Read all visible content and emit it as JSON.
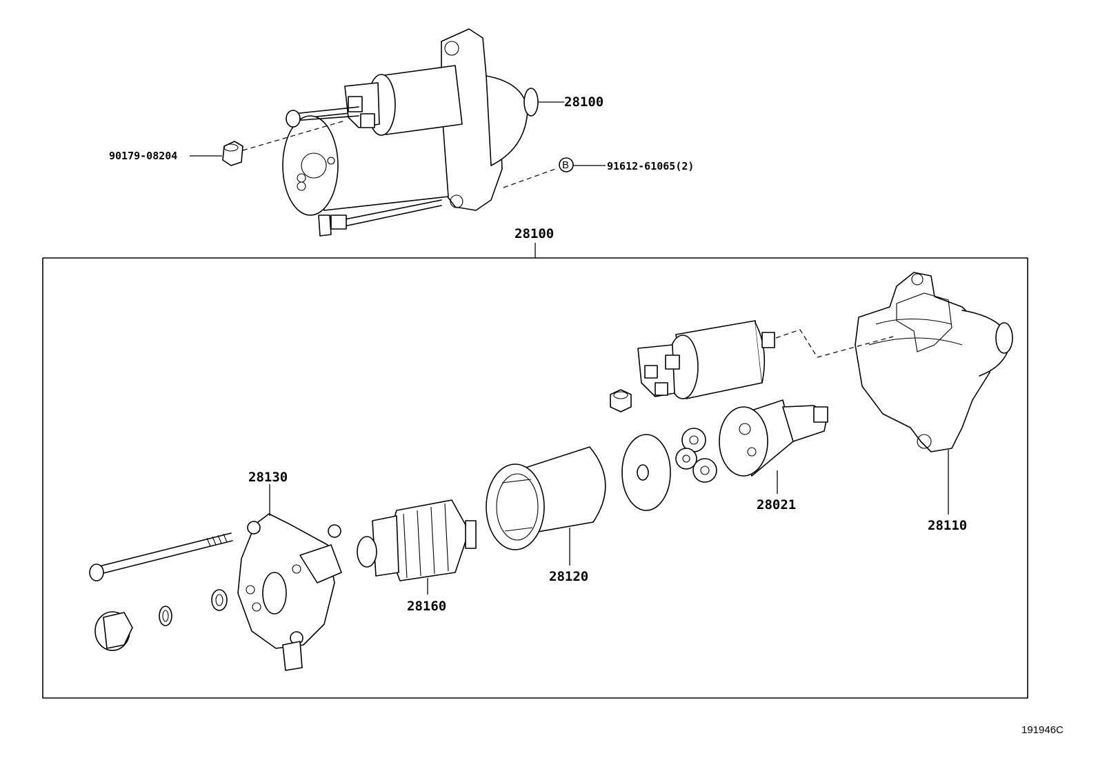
{
  "callouts": {
    "starter_top": "28100",
    "bolt": "90179-08204",
    "nut": "91612-61065(2)",
    "nut_symbol": "B",
    "assembly": "28100",
    "brush_holder": "28130",
    "armature": "28160",
    "yoke": "28120",
    "clutch": "28021",
    "housing": "28110"
  },
  "figure_ref": "191946C"
}
